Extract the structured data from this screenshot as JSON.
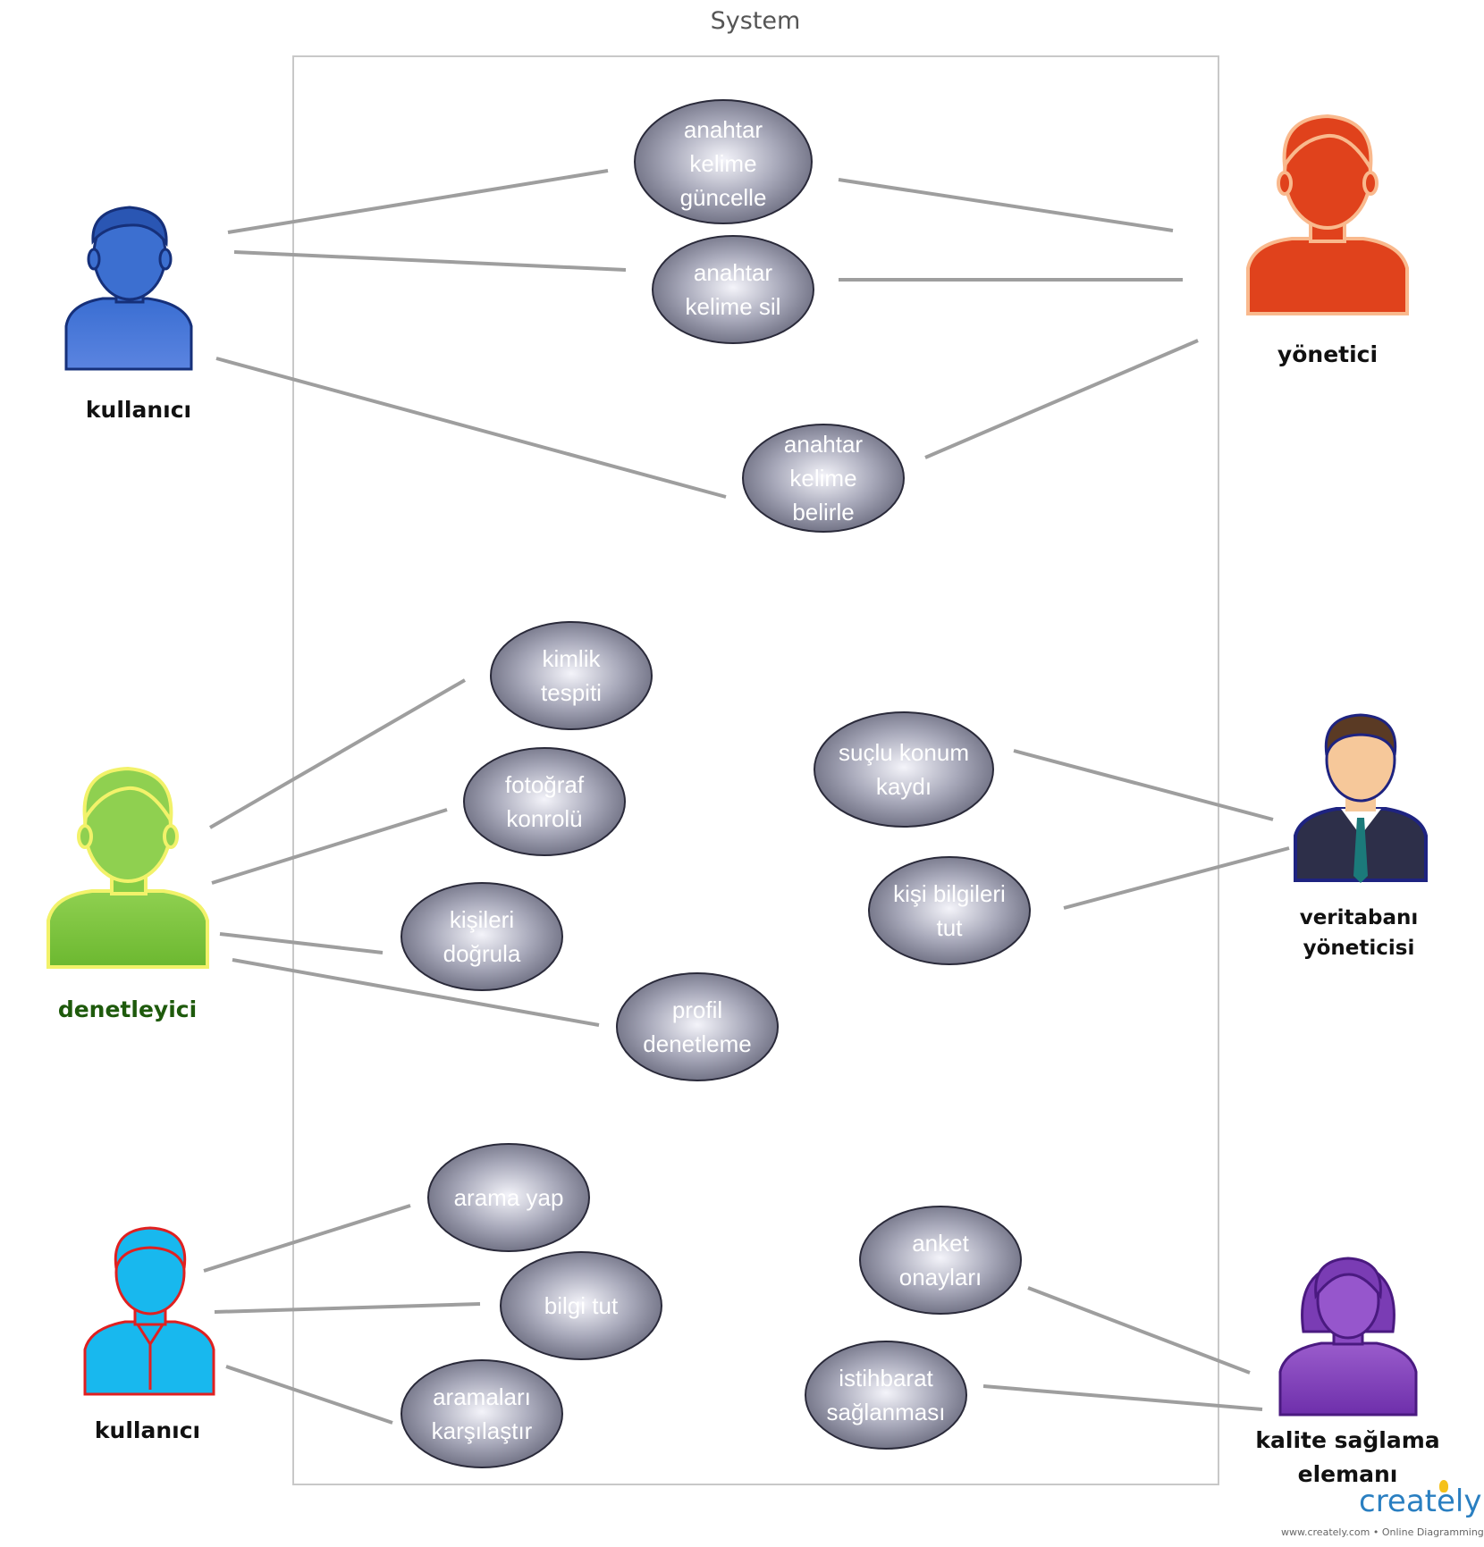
{
  "system": {
    "title": "System"
  },
  "actors": {
    "kullanici_top": {
      "label": "kullanıcı",
      "color": "#2f5fc4"
    },
    "yonetici": {
      "label": "yönetici",
      "color": "#e04a1c"
    },
    "denetleyici": {
      "label": "denetleyici",
      "color": "#7ec63a",
      "label_color": "#1e5a0c"
    },
    "veritabani": {
      "label_lines": [
        "veritabanı",
        "yöneticisi"
      ],
      "color": "#2d2f49"
    },
    "kullanici_bottom": {
      "label": "kullanıcı",
      "color": "#18b8ee",
      "outline": "#e02020"
    },
    "kalite": {
      "label_lines": [
        "kalite sağlama",
        "elemanı"
      ],
      "color": "#7c3cb4"
    }
  },
  "use_cases": {
    "uc1": [
      "anahtar",
      "kelime",
      "güncelle"
    ],
    "uc2": [
      "anahtar",
      "kelime sil"
    ],
    "uc3": [
      "anahtar",
      "kelime",
      "belirle"
    ],
    "uc4": [
      "kimlik",
      "tespiti"
    ],
    "uc5": [
      "fotoğraf",
      "konrolü"
    ],
    "uc6": [
      "kişileri",
      "doğrula"
    ],
    "uc7": [
      "profil",
      "denetleme"
    ],
    "uc8": [
      "suçlu konum",
      "kaydı"
    ],
    "uc9": [
      "kişi bilgileri",
      "tut"
    ],
    "uc10": [
      "arama yap"
    ],
    "uc11": [
      "bilgi tut"
    ],
    "uc12": [
      "aramaları",
      "karşılaştır"
    ],
    "uc13": [
      "anket",
      "onayları"
    ],
    "uc14": [
      "istihbarat",
      "sağlanması"
    ]
  },
  "footer": {
    "brand": "creately",
    "url": "www.creately.com • Online Diagramming"
  }
}
